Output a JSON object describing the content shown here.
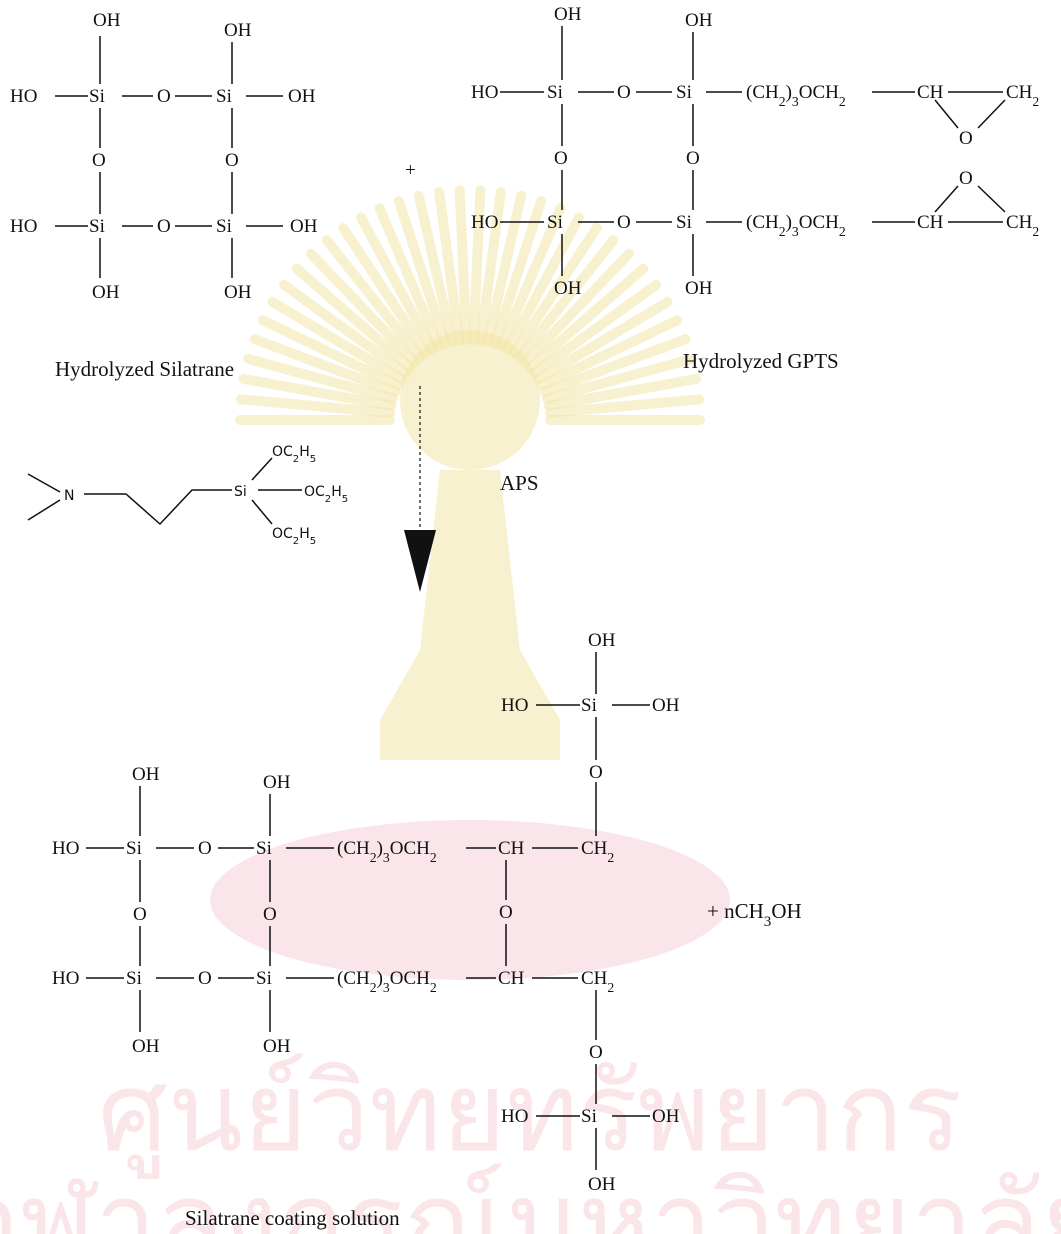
{
  "captions": {
    "silatrane": "Hydrolyzed Silatrane",
    "gpts": "Hydrolyzed GPTS",
    "aps": "APS",
    "product": "Silatrane coating solution"
  },
  "labels": {
    "si": "Si",
    "o": "O",
    "oh": "OH",
    "ho": "HO",
    "plus": "+",
    "chain": "(CH2)3OCH2",
    "ch": "CH",
    "ch2": "CH2",
    "n": "N",
    "oc2h5": "OC2H5",
    "byproduct": "+ nCH3OH"
  },
  "watermark": {
    "line1": "ศูนย์วิทยทรัพยากร",
    "line2": "จุฬาลงกรณ์มหาวิทยาลัย"
  },
  "colors": {
    "ink": "#111111",
    "watermark_gold": "#f3e6a8",
    "watermark_pink": "#f1b8c2"
  }
}
